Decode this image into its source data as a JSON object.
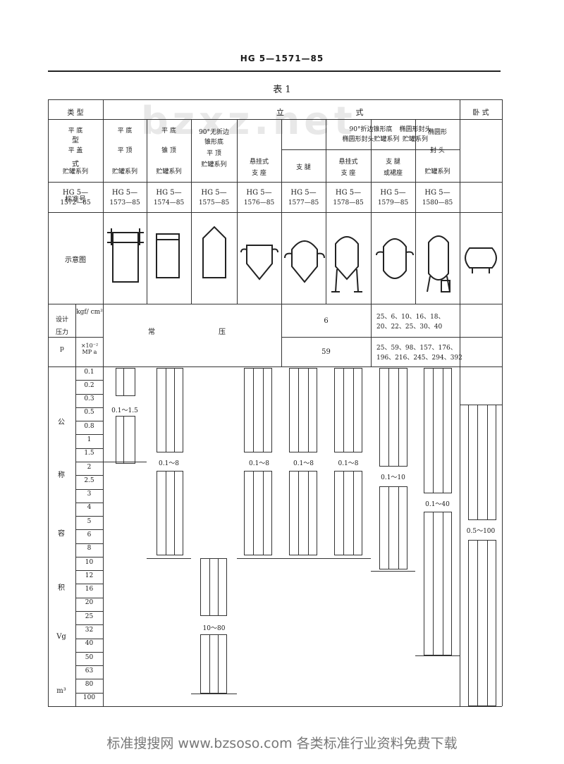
{
  "header": {
    "code": "HG 5—1571—85",
    "caption": "表 1"
  },
  "watermark": "bzxz.net",
  "labels": {
    "type": "类 型",
    "style_a": "型",
    "style_b": "式",
    "std": "标准号",
    "sketch": "示意图",
    "dp1": "设计",
    "dp2": "压力",
    "dp3": "p",
    "unit_kgf": "kgf/ cm²",
    "unit_mpa": "×10⁻² MP a",
    "cv1": "公",
    "cv2": "称",
    "cv3": "容",
    "cv4": "积",
    "cv5": "Vg",
    "cv6": "m³"
  },
  "groups": {
    "vertical": "立",
    "vertical2": "式",
    "horizontal": "卧 式",
    "cone": [
      "90°折边锥形底",
      "椭圆形封头贮罐系列"
    ],
    "ellip": [
      "椭圆形封头",
      "贮罐系列"
    ]
  },
  "columns": [
    {
      "l1": "平 底",
      "l2": "平 盖",
      "l3": "贮罐系列",
      "std1": "HG 5—",
      "std2": "1572—85"
    },
    {
      "l1": "平 底",
      "l2": "平 顶",
      "l3": "贮罐系列",
      "std1": "HG 5—",
      "std2": "1573—85"
    },
    {
      "l1": "平 底",
      "l2": "锥 顶",
      "l3": "贮罐系列",
      "std1": "HG 5—",
      "std2": "1574—85"
    },
    {
      "l1": "90°无折边",
      "l2": "锥形底",
      "l3": "平 顶",
      "l4": "贮罐系列",
      "std1": "HG 5—",
      "std2": "1575—85"
    },
    {
      "l1": "悬挂式",
      "l2": "支 座",
      "std1": "HG 5—",
      "std2": "1576—85"
    },
    {
      "l1": "支 腿",
      "std1": "HG 5—",
      "std2": "1577—85"
    },
    {
      "l1": "悬挂式",
      "l2": "支 座",
      "std1": "HG 5—",
      "std2": "1578—85"
    },
    {
      "l1": "支 腿",
      "l2": "或裙座",
      "std1": "HG 5—",
      "std2": "1579—85"
    },
    {
      "l1": "椭圆形",
      "l2": "封 头",
      "l3": "贮罐系列",
      "std1": "HG 5—",
      "std2": "1580—85"
    }
  ],
  "pressure": {
    "atm1": "常",
    "atm2": "压",
    "cone_kgf": "6",
    "cone_mpa": "59",
    "ell_kgf1": "25、6、10、16、18、",
    "ell_kgf2": "20、22、25、30、40",
    "ell_mpa1": "25、59、98、157、176、",
    "ell_mpa2": "196、216、245、294、392"
  },
  "volumes": [
    "0.1",
    "0.2",
    "0.3",
    "0.5",
    "0.8",
    "1",
    "1.5",
    "2",
    "2.5",
    "3",
    "4",
    "5",
    "6",
    "8",
    "10",
    "12",
    "16",
    "20",
    "25",
    "32",
    "40",
    "50",
    "63",
    "80",
    "100"
  ],
  "ranges": {
    "c1": "0.1～1.5",
    "c2": "0.1～8",
    "c3": "10～80",
    "c4": "0.1～8",
    "c5": "0.1～8",
    "c6": "0.1～8",
    "c7": "0.1～10",
    "c8": "0.1～40",
    "c9": "0.5～100"
  },
  "footer": "标准搜搜网 www.bzsoso.com 各类标准行业资料免费下载"
}
